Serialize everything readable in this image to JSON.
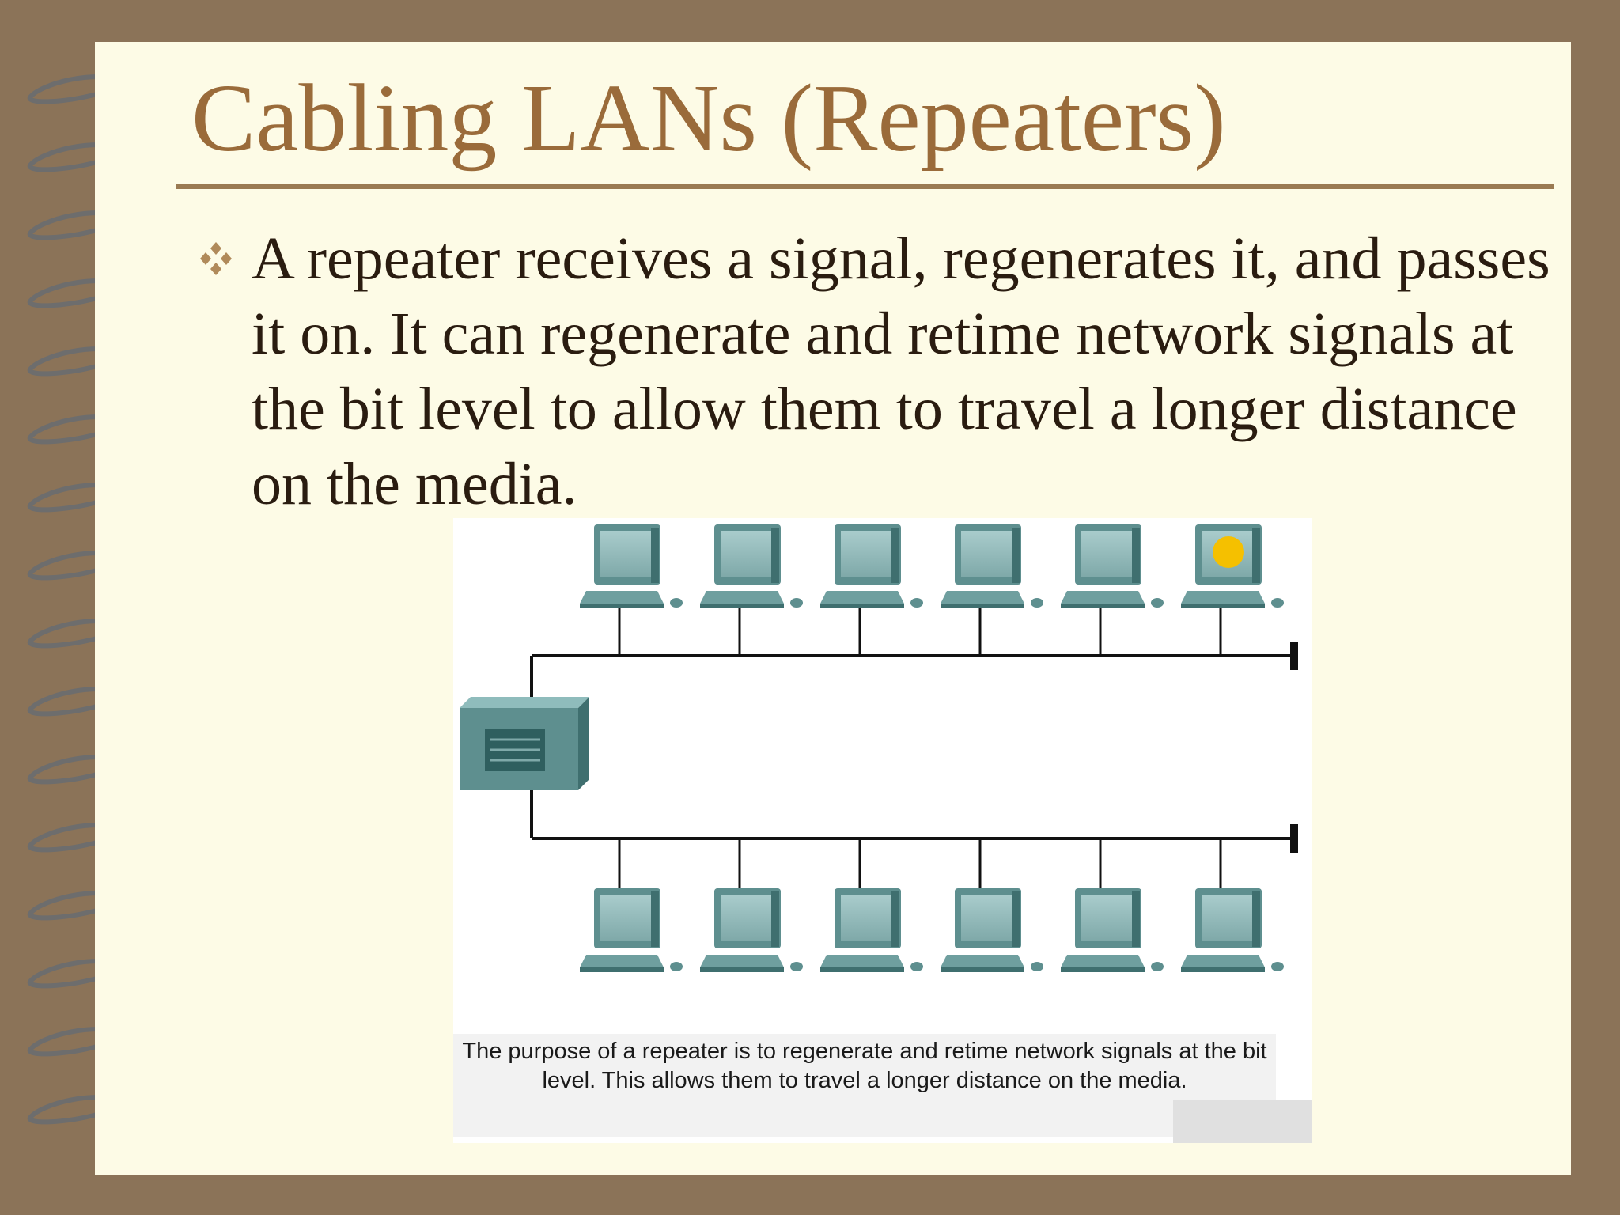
{
  "slide": {
    "title": "Cabling LANs (Repeaters)",
    "bullet": "A repeater receives a signal, regenerates it, and passes it on. It can regenerate and retime network signals at the bit level to allow them to travel a longer distance on the media."
  },
  "diagram": {
    "caption": "The purpose of a repeater is to regenerate and retime network signals at the bit level. This allows them to travel a longer distance on the media.",
    "top_segment_hosts": 6,
    "bottom_segment_hosts": 6,
    "signal_on_host": "top-6",
    "device": "repeater"
  },
  "colors": {
    "background": "#8b7358",
    "page": "#fdfbe6",
    "title": "#9a6b3a",
    "text": "#2a1c10",
    "device": "#5e8f8f",
    "signal": "#f5c000"
  },
  "icons": {
    "bullet": "diamond-cluster-icon",
    "binding": "spiral-binding"
  }
}
